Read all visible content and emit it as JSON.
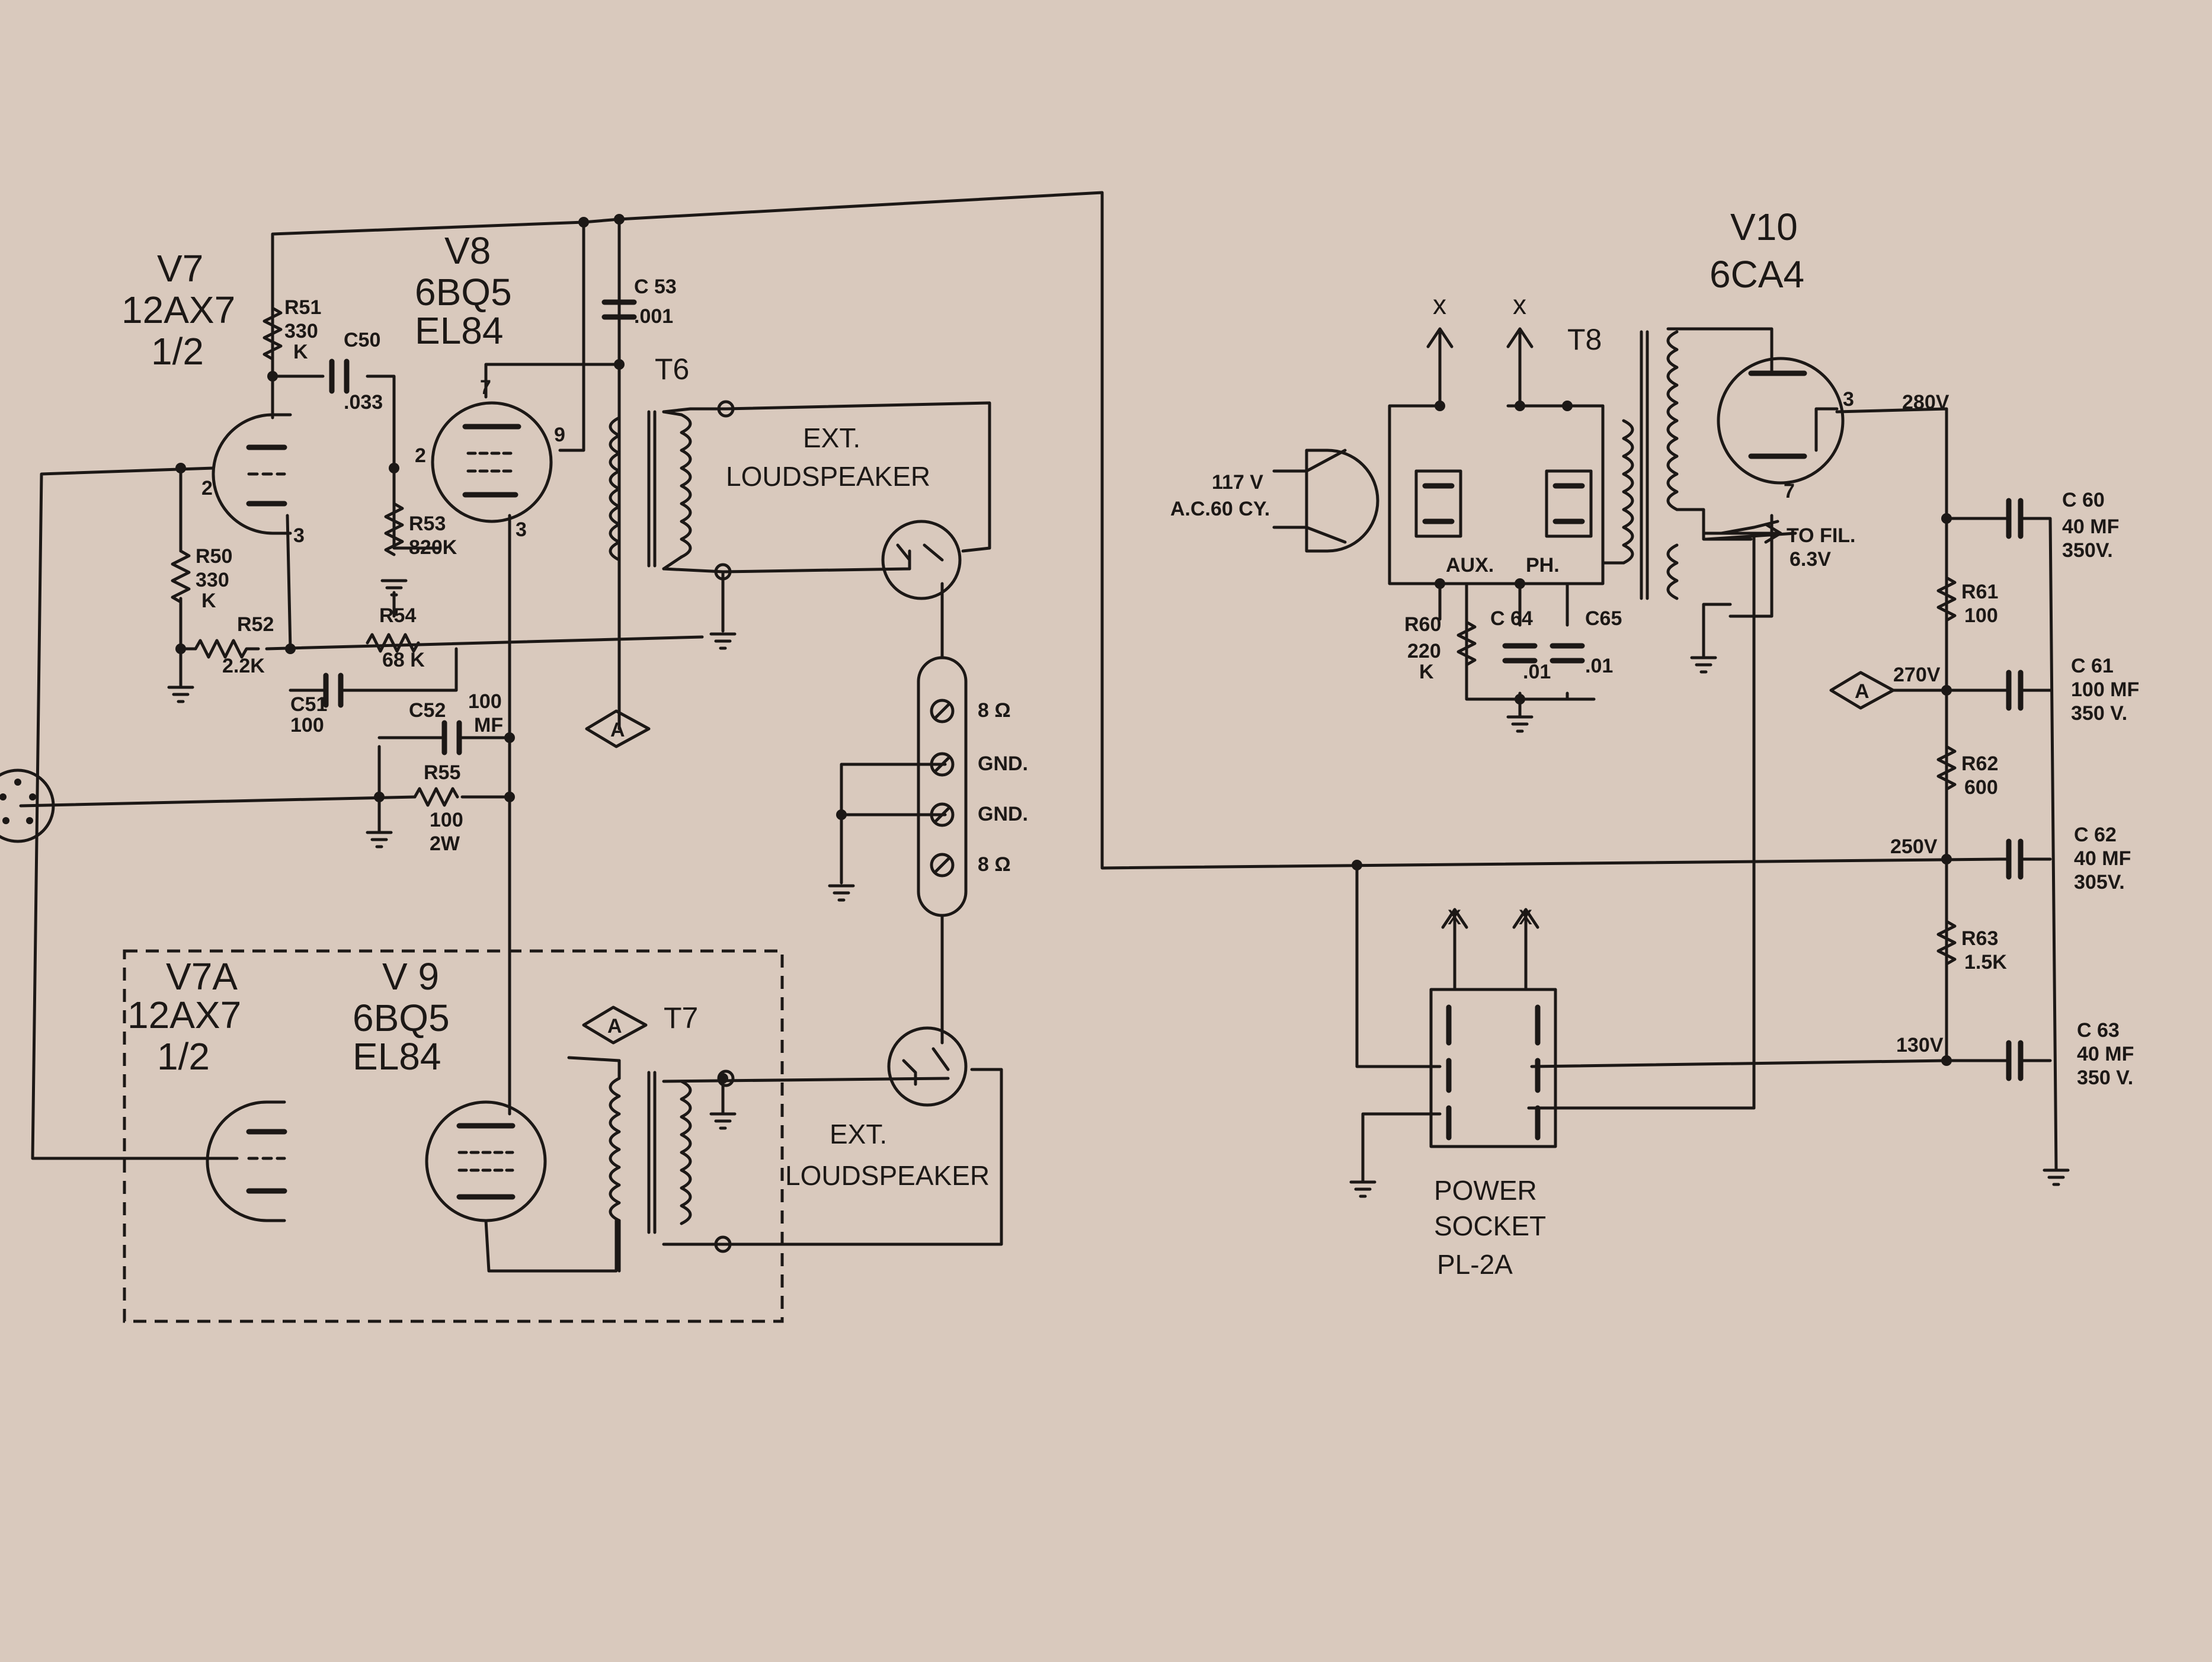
{
  "colors": {
    "paper": "#d9c9bd",
    "ink": "#1c1816"
  },
  "tubes": {
    "v7": {
      "name": "V7",
      "type": "12AX7",
      "section": "1/2"
    },
    "v8": {
      "name": "V8",
      "type": "6BQ5",
      "alt": "EL84"
    },
    "v7a": {
      "name": "V7A",
      "type": "12AX7",
      "section": "1/2"
    },
    "v9": {
      "name": "V 9",
      "type": "6BQ5",
      "alt": "EL84"
    },
    "v10": {
      "name": "V10",
      "type": "6CA4"
    }
  },
  "pins": {
    "v7_grid": "2",
    "v7_cathode": "3",
    "v8_plate": "7",
    "v8_grid": "2",
    "v8_screen": "9",
    "v8_cathode": "3",
    "v10_anode": "3",
    "v10_heater": "7"
  },
  "transformers": {
    "t6": "T6",
    "t7": "T7",
    "t8": "T8"
  },
  "resistors": {
    "r50": {
      "ref": "R50",
      "value": "330",
      "unit": "K"
    },
    "r51": {
      "ref": "R51",
      "value": "330",
      "unit": "K"
    },
    "r52": {
      "ref": "R52",
      "value": "2.2K"
    },
    "r53": {
      "ref": "R53",
      "value": "820K"
    },
    "r54": {
      "ref": "R54",
      "value": "68 K"
    },
    "r55": {
      "ref": "R55",
      "value": "100",
      "rating": "2W"
    },
    "r60": {
      "ref": "R60",
      "value": "220",
      "unit": "K"
    },
    "r61": {
      "ref": "R61",
      "value": "100"
    },
    "r62": {
      "ref": "R62",
      "value": "600"
    },
    "r63": {
      "ref": "R63",
      "value": "1.5K"
    }
  },
  "capacitors": {
    "c50": {
      "ref": "C50",
      "value": ".033"
    },
    "c51": {
      "ref": "C51",
      "value": "100"
    },
    "c52": {
      "ref": "C52",
      "value": "100",
      "unit": "MF"
    },
    "c53": {
      "ref": "C 53",
      "value": ".001"
    },
    "c60": {
      "ref": "C 60",
      "value": "40 MF",
      "rating": "350V."
    },
    "c61": {
      "ref": "C 61",
      "value": "100 MF",
      "rating": "350 V."
    },
    "c62": {
      "ref": "C 62",
      "value": "40 MF",
      "rating": "305V."
    },
    "c63": {
      "ref": "C 63",
      "value": "40 MF",
      "rating": "350 V."
    },
    "c64": {
      "ref": "C 64",
      "value": ".01"
    },
    "c65": {
      "ref": "C65",
      "value": ".01"
    }
  },
  "voltages": {
    "v280": "280V",
    "v270": "270V",
    "v250": "250V",
    "v130": "130V"
  },
  "ref_a": "A",
  "x_mark": "x",
  "loudspeaker": {
    "line1": "EXT.",
    "line2": "LOUDSPEAKER"
  },
  "terminals": [
    "8 Ω",
    "GND.",
    "GND.",
    "8 Ω"
  ],
  "mains": {
    "line1": "117 V",
    "line2": "A.C.60 CY."
  },
  "switches": {
    "aux": "AUX.",
    "ph": "PH."
  },
  "filament": {
    "line1": "TO FIL.",
    "line2": "6.3V"
  },
  "socket": {
    "line1": "POWER",
    "line2": "SOCKET",
    "line3": "PL-2A"
  }
}
